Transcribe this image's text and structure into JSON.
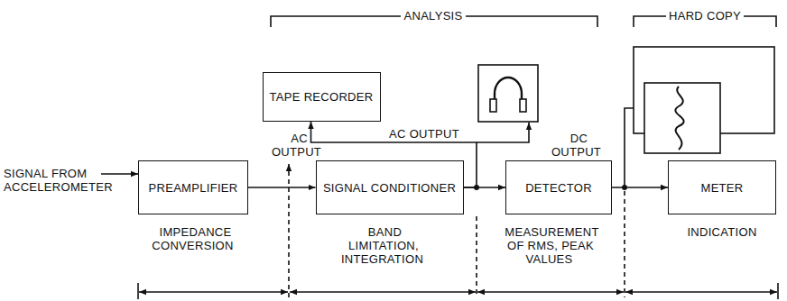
{
  "diagram": {
    "nodes": [
      {
        "text": [
          "PREAMPLIFIER"
        ]
      },
      {
        "text": [
          "SIGNAL CONDITIONER"
        ]
      },
      {
        "text": [
          "DETECTOR"
        ]
      },
      {
        "text": [
          "METER"
        ]
      },
      {
        "text": [
          "TAPE RECORDER"
        ]
      }
    ],
    "edges": [
      {
        "from": 0,
        "to": 1,
        "arrow": "to"
      },
      {
        "from": 1,
        "to": 2,
        "arrow": "to"
      },
      {
        "from": 1,
        "to": 4,
        "arrow": "to"
      },
      {
        "from": 2,
        "to": 3,
        "arrow": "to"
      }
    ],
    "labels": [
      "ANALYSIS",
      "HARD COPY",
      "AC OUTPUT",
      "AC OUTPUT",
      "DC OUTPUT",
      "SIGNAL FROM ACCELEROMETER",
      "IMPEDANCE CONVERSION",
      "BAND LIMITATION, INTEGRATION",
      "MEASUREMENT OF RMS, PEAK VALUES",
      "INDICATION"
    ]
  }
}
